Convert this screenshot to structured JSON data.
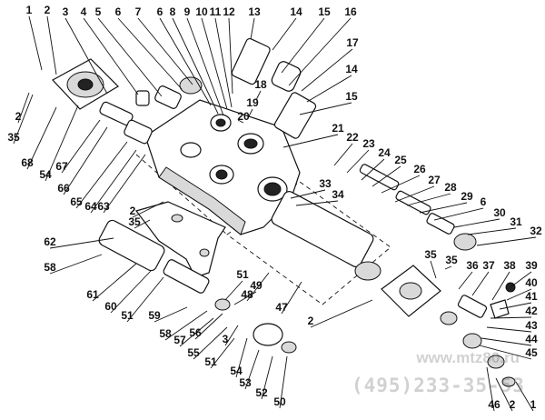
{
  "diagram": {
    "callouts": [
      "1",
      "2",
      "3",
      "4",
      "5",
      "6",
      "7",
      "6",
      "8",
      "9",
      "10",
      "11",
      "12",
      "13",
      "14",
      "15",
      "16",
      "17",
      "14",
      "15",
      "18",
      "19",
      "20",
      "21",
      "22",
      "23",
      "24",
      "25",
      "26",
      "27",
      "28",
      "29",
      "6",
      "30",
      "31",
      "32",
      "33",
      "34",
      "35",
      "36",
      "37",
      "38",
      "39",
      "40",
      "41",
      "42",
      "43",
      "44",
      "45",
      "2",
      "1",
      "46",
      "2",
      "35",
      "68",
      "54",
      "67",
      "66",
      "65",
      "64",
      "63",
      "2",
      "35",
      "62",
      "58",
      "61",
      "60",
      "51",
      "59",
      "58",
      "57",
      "56",
      "55",
      "51",
      "3",
      "54",
      "53",
      "52",
      "50",
      "51",
      "49",
      "48",
      "47",
      "2",
      "35"
    ]
  },
  "watermark": {
    "url": "www.mtz80.ru",
    "phone": "(495)233-35-53"
  }
}
